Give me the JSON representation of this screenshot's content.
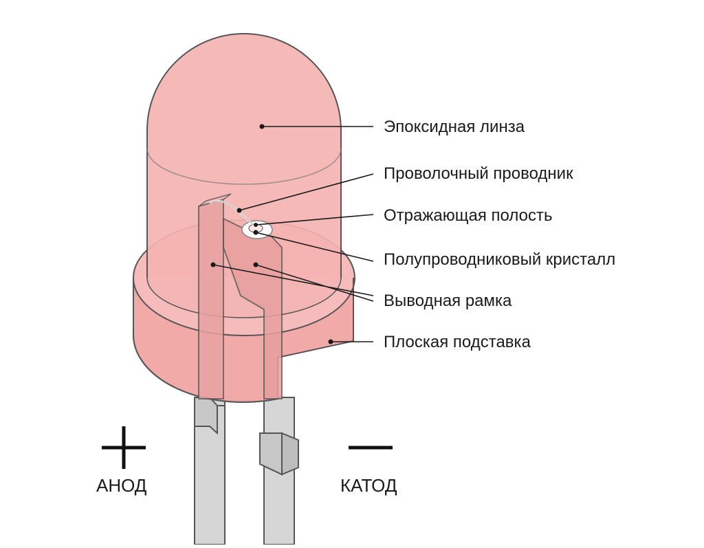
{
  "labels": {
    "epoxy_lens": "Эпоксидная линза",
    "wire_bond": "Проволочный проводник",
    "reflective_cavity": "Отражающая полость",
    "semiconductor_die": "Полупроводниковый кристалл",
    "lead_frame": "Выводная рамка",
    "flat_spot": "Плоская подставка"
  },
  "poles": {
    "anode_symbol": "+",
    "anode_label": "АНОД",
    "cathode_symbol": "−",
    "cathode_label": "КАТОД"
  },
  "colors": {
    "body_fill": "#f4b3b1",
    "body_stroke": "#5a5a5a",
    "lead_fill": "#d6d6d6",
    "text": "#1a1a1a"
  }
}
